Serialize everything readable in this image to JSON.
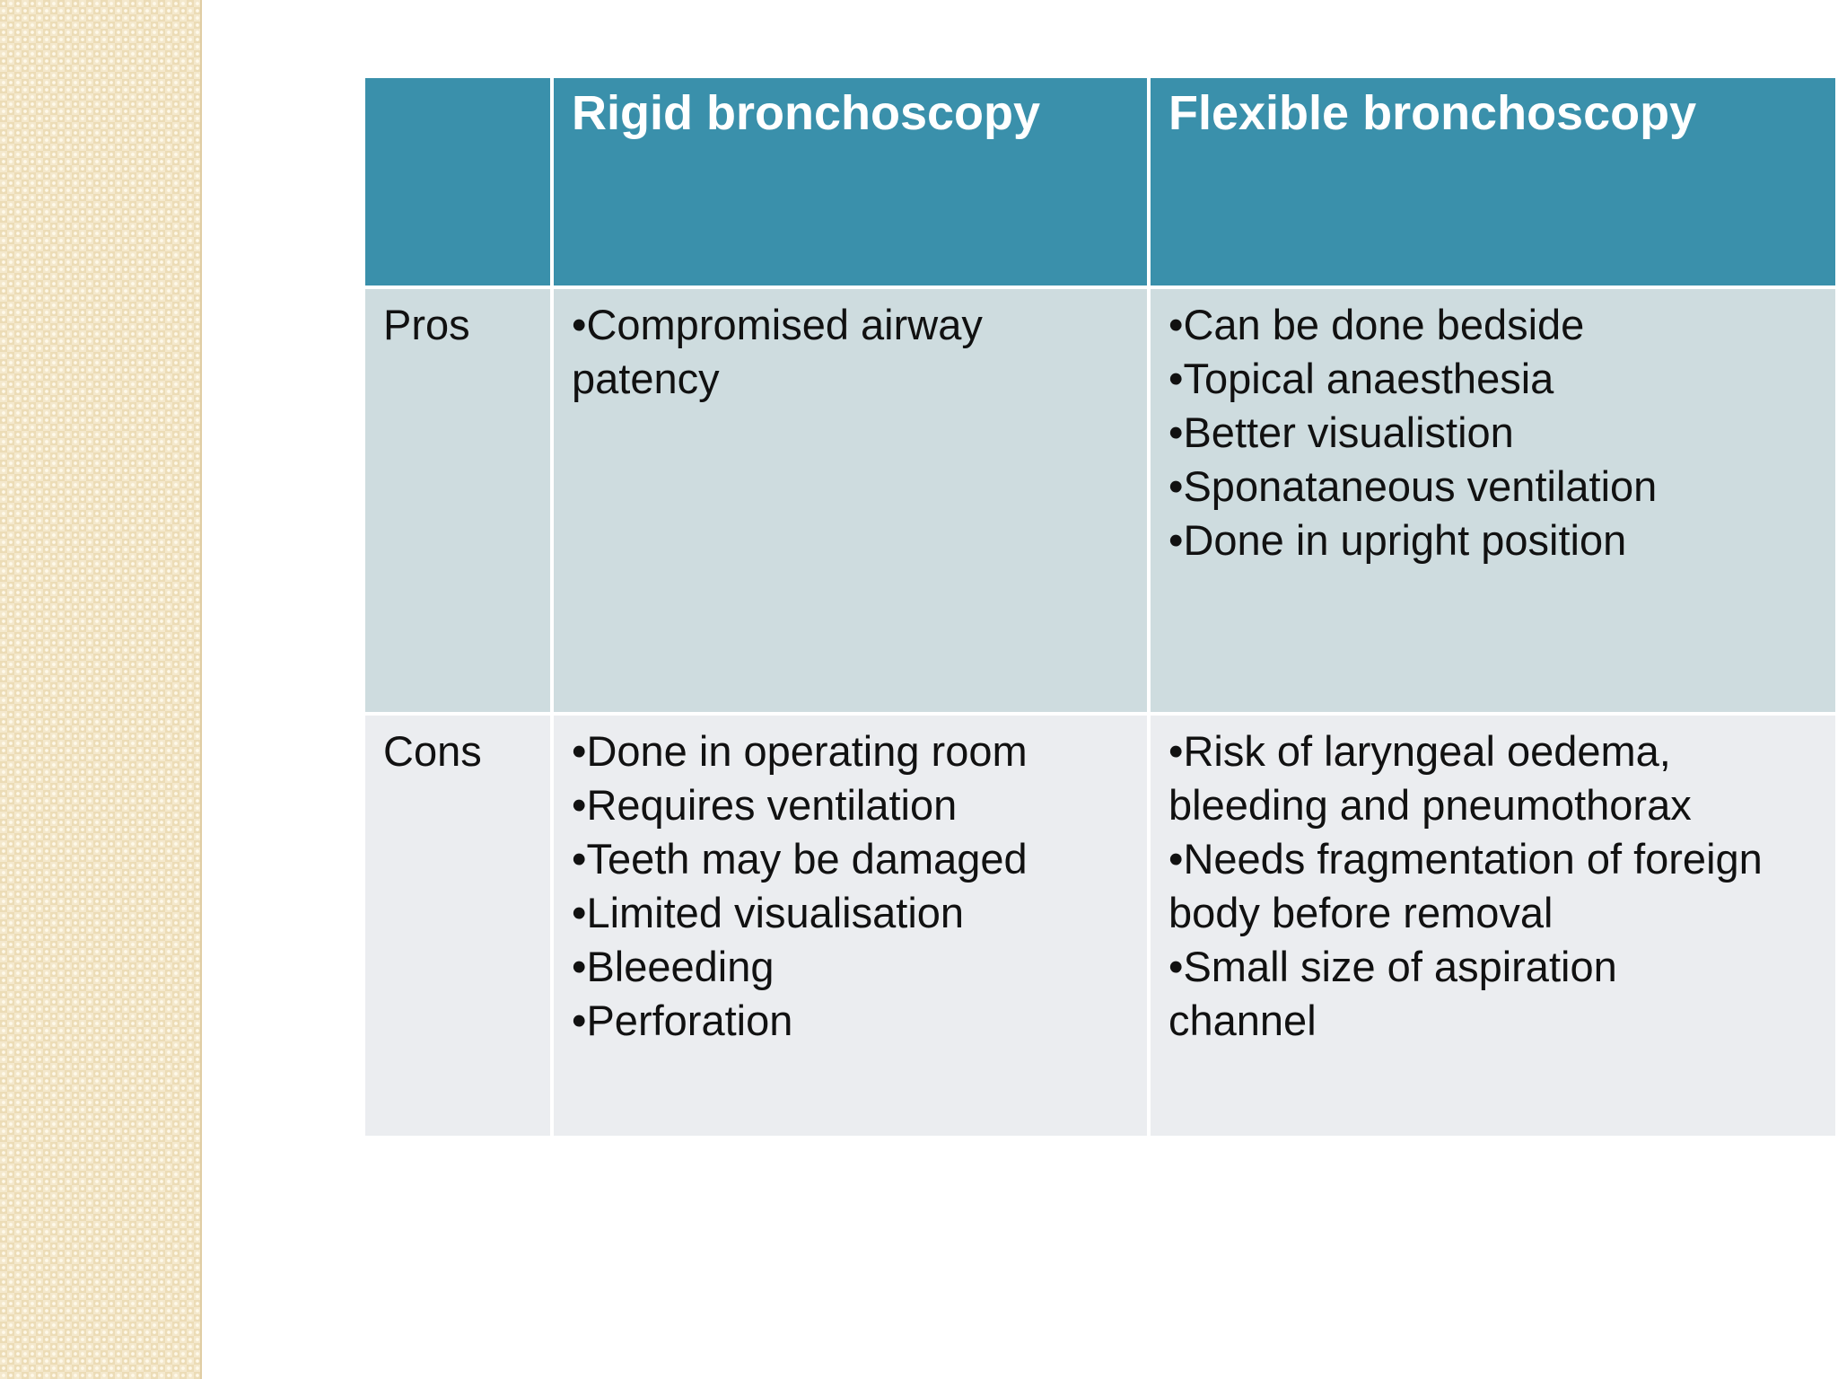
{
  "slide": {
    "kind": "presentation-slide",
    "background_color": "#FFFFFF",
    "stripe_texture_color": "#F0E2C0"
  },
  "colors": {
    "header_bg": "#3A90AB",
    "header_text": "#FFFFFF",
    "pros_row_bg": "#CEDCDF",
    "cons_row_bg": "#EBEDF0",
    "body_text": "#111111"
  },
  "table": {
    "header": {
      "corner": "",
      "rigid": "Rigid bronchoscopy",
      "flexible": "Flexible bronchoscopy"
    },
    "pros": {
      "label": "Pros",
      "rigid": [
        "•Compromised airway patency"
      ],
      "flexible": [
        "•Can be done bedside",
        "•Topical anaesthesia",
        "•Better visualistion",
        "•Sponataneous ventilation",
        "•Done in upright position"
      ]
    },
    "cons": {
      "label": "Cons",
      "rigid": [
        "•Done in operating room",
        "•Requires ventilation",
        "•Teeth may be damaged",
        "•Limited visualisation",
        "•Bleeeding",
        "•Perforation"
      ],
      "flexible": [
        "•Risk of laryngeal oedema, bleeding and pneumothorax",
        "•Needs fragmentation of foreign body before removal",
        "•Small size of aspiration channel"
      ]
    }
  }
}
